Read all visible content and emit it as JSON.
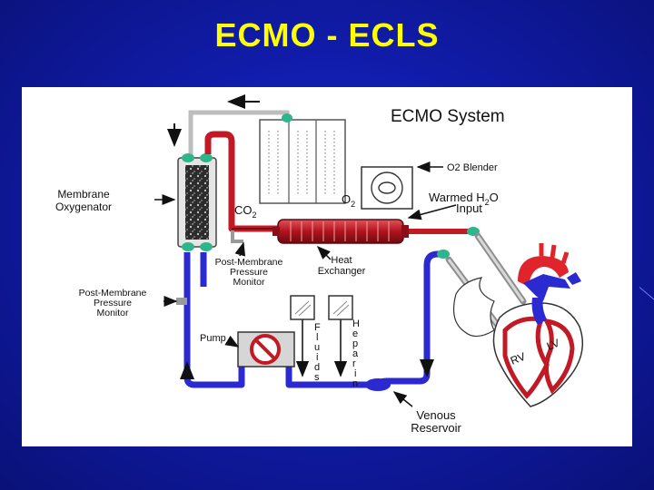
{
  "slide": {
    "title": "ECMO - ECLS"
  },
  "diagram": {
    "title": "ECMO System",
    "labels": {
      "membrane_oxygenator_1": "Membrane",
      "membrane_oxygenator_2": "Oxygenator",
      "co2": "CO",
      "co2_sub": "2",
      "o2": "O",
      "o2_sub": "2",
      "o2_blender": "O2 Blender",
      "warmed_h2o_1": "Warmed H",
      "warmed_h2o_sub": "2",
      "warmed_h2o_2": "O",
      "input": "Input",
      "post_membrane_monitor_1": "Post-Membrane",
      "post_membrane_monitor_2": "Pressure",
      "post_membrane_monitor_3": "Monitor",
      "heat_exchanger_1": "Heat",
      "heat_exchanger_2": "Exchanger",
      "left_monitor_1": "Post-Membrane",
      "left_monitor_2": "Pressure",
      "left_monitor_3": "Monitor",
      "pump": "Pump",
      "fluids": [
        "F",
        "l",
        "u",
        "i",
        "d",
        "s"
      ],
      "heparin": [
        "H",
        "e",
        "p",
        "a",
        "r",
        "i",
        "n"
      ],
      "venous_reservoir_1": "Venous",
      "venous_reservoir_2": "Reservoir",
      "rv": "RV",
      "lv": "LV"
    }
  },
  "colors": {
    "background": "#101ca8",
    "title": "#ffff00",
    "arterial_red": "#c21a24",
    "venous_blue": "#2a2ad0",
    "connector_teal": "#2fb58c",
    "gray_line": "#b8b8b8"
  }
}
